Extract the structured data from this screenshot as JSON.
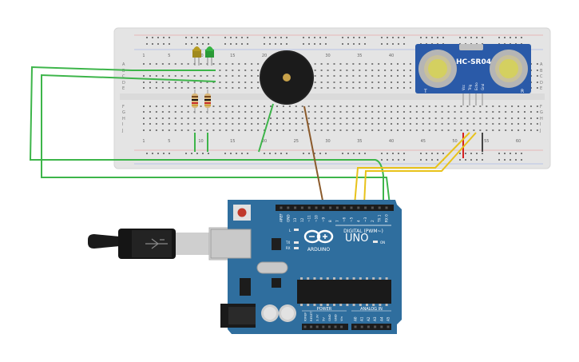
{
  "breadboard": {
    "column_numbers": [
      "1",
      "5",
      "10",
      "15",
      "20",
      "25",
      "30",
      "35",
      "40",
      "45",
      "50",
      "55",
      "60"
    ],
    "row_letters_top": [
      "A",
      "B",
      "C",
      "D",
      "E"
    ],
    "row_letters_bottom": [
      "F",
      "G",
      "H",
      "I",
      "J"
    ]
  },
  "sensor": {
    "model": "HC-SR04",
    "pin_labels": [
      "Vcc",
      "Trig",
      "Echo",
      "Gnd"
    ],
    "side_left": "T",
    "side_right": "R"
  },
  "arduino": {
    "brand": "ARDUINO",
    "model": "UNO",
    "on_label": "ON",
    "digital_label": "DIGITAL (PWM~)",
    "power_label": "POWER",
    "analog_label": "ANALOG IN",
    "l_label": "L",
    "tx_label": "TX",
    "rx_label": "RX",
    "digital_pins": [
      "AREF",
      "GND",
      "13",
      "12",
      "~11",
      "~10",
      "~9",
      "8",
      "7",
      "~6",
      "~5",
      "4",
      "~3",
      "2",
      "TX 1",
      "RX 0"
    ],
    "power_pins": [
      "IOREF",
      "RESET",
      "3.3V",
      "5V",
      "GND",
      "GND",
      "Vin"
    ],
    "analog_pins": [
      "A0",
      "A1",
      "A2",
      "A3",
      "A4",
      "A5"
    ]
  },
  "colors": {
    "breadboard": "#e6e6e6",
    "board": "#2f6e9e",
    "wire_green": "#3db54a",
    "wire_yellow": "#e8c21a",
    "wire_red": "#d42020",
    "wire_brown": "#8b5a2b",
    "sensor_body": "#2a5aa8"
  }
}
